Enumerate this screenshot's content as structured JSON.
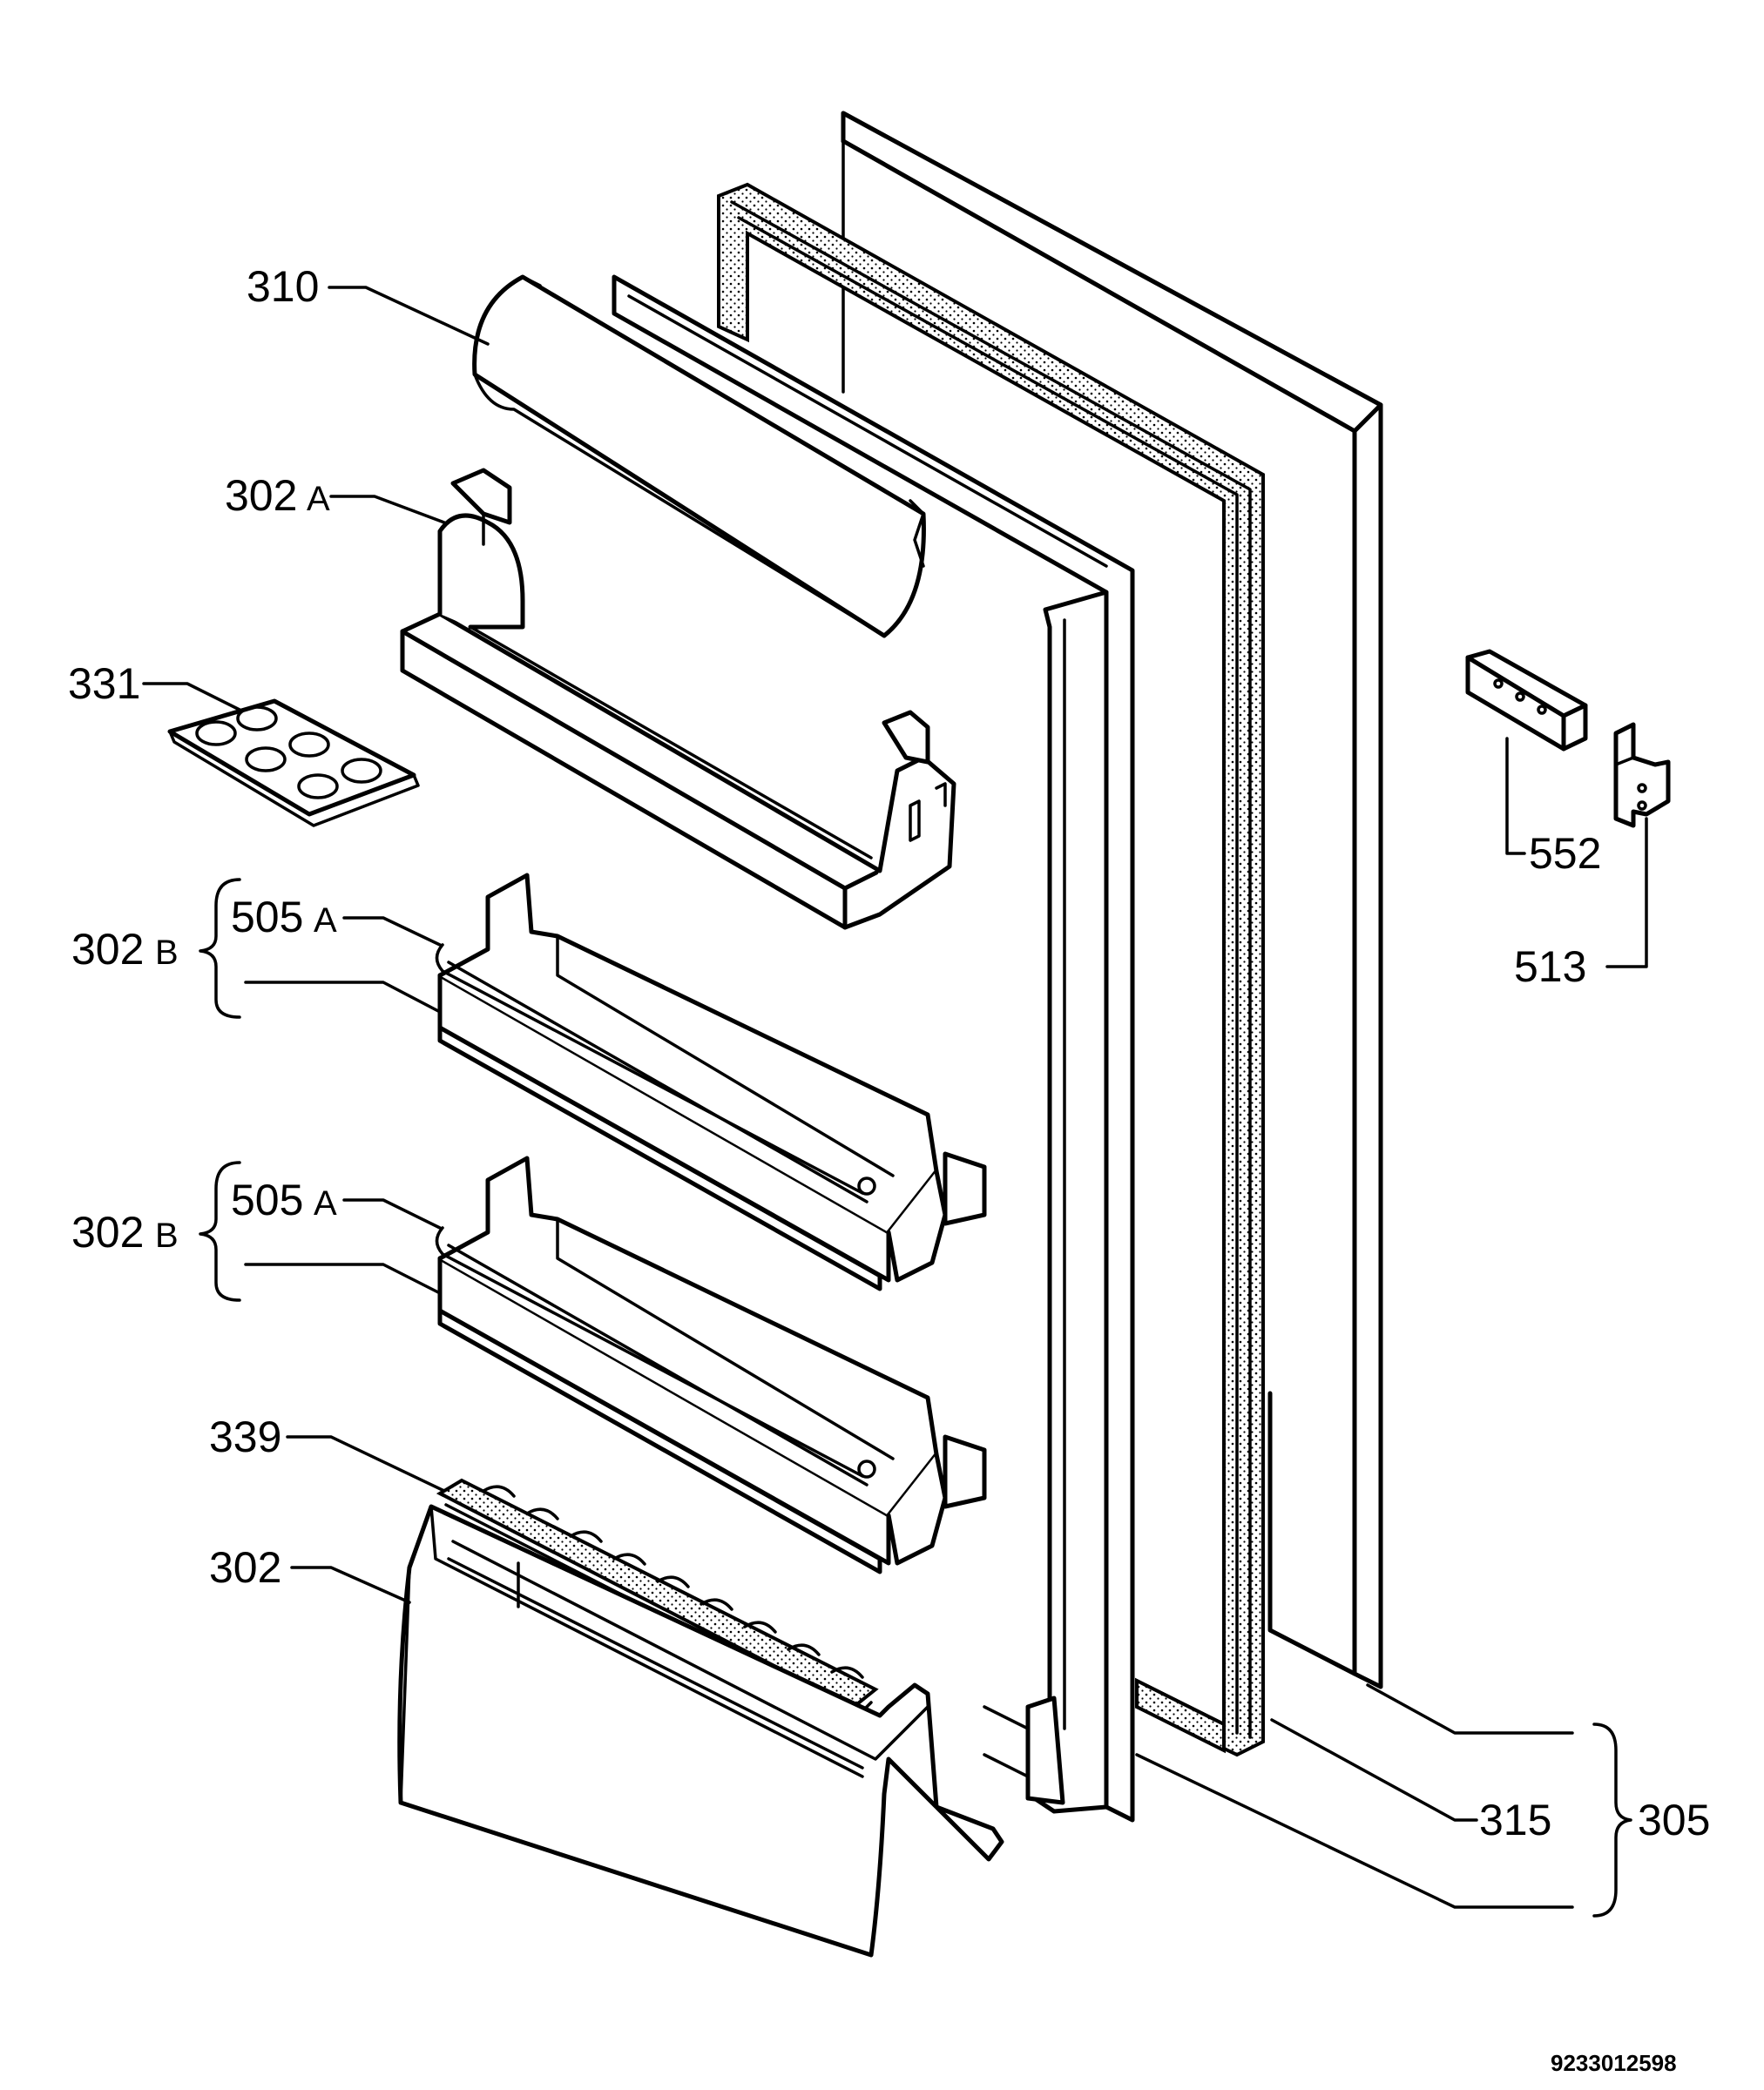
{
  "labels": {
    "door_panel": "305",
    "door_outer": "315",
    "flap": "310",
    "butter_shelf": "302",
    "butter_shelf_suffix": "A",
    "egg_tray": "331",
    "shelf_mid": "302",
    "shelf_mid_suffix": "B",
    "bar_top": "505",
    "bar_top_suffix": "A",
    "shelf_low": "302",
    "shelf_low_suffix": "B",
    "bar_low": "505",
    "bar_low_suffix": "A",
    "bottle_rack": "339",
    "bottom_shelf": "302",
    "hinge_plate": "552",
    "hinge_bracket": "513"
  },
  "drawing_code": "9233012598"
}
